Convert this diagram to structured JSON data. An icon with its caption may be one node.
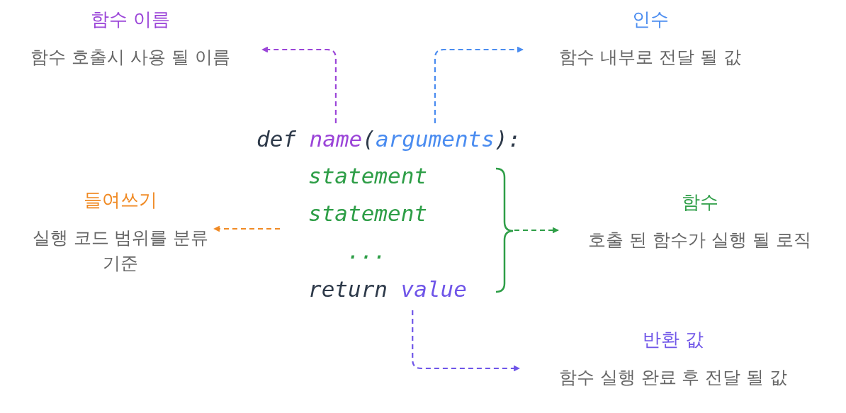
{
  "diagram": {
    "nodes": [
      {
        "text": [
          "함수 이름",
          "함수 호출시 사용 될 이름"
        ]
      },
      {
        "text": [
          "인수",
          "함수 내부로 전달 될 값"
        ]
      },
      {
        "text": [
          "들여쓰기",
          "실행 코드 범위를 분류 기준"
        ]
      },
      {
        "text": [
          "함수",
          "호출 된 함수가 실행 될 로직"
        ]
      },
      {
        "text": [
          "반환 값",
          "함수 실행 완료 후 전달 될 값"
        ]
      },
      {
        "text": [
          "name"
        ]
      },
      {
        "text": [
          "arguments"
        ]
      },
      {
        "text": [
          "value"
        ]
      },
      {
        "text": [],
        "shape": "bracket"
      }
    ],
    "edges": [
      {
        "from": 5,
        "to": 0,
        "arrow": "to",
        "style": "dashed",
        "color": "#9b45d8"
      },
      {
        "from": 6,
        "to": 1,
        "arrow": "to",
        "style": "dashed",
        "color": "#4a8cf0"
      },
      {
        "from": null,
        "to": 2,
        "arrow": "to",
        "style": "dashed",
        "color": "#f08a24"
      },
      {
        "from": 8,
        "to": 3,
        "arrow": "to",
        "style": "dashed",
        "color": "#2e9e47"
      },
      {
        "from": 7,
        "to": 4,
        "arrow": "to",
        "style": "dashed",
        "color": "#6f55e8"
      }
    ],
    "labels": [
      "def",
      "(",
      "):",
      "statement",
      "statement",
      "...",
      "return"
    ]
  }
}
